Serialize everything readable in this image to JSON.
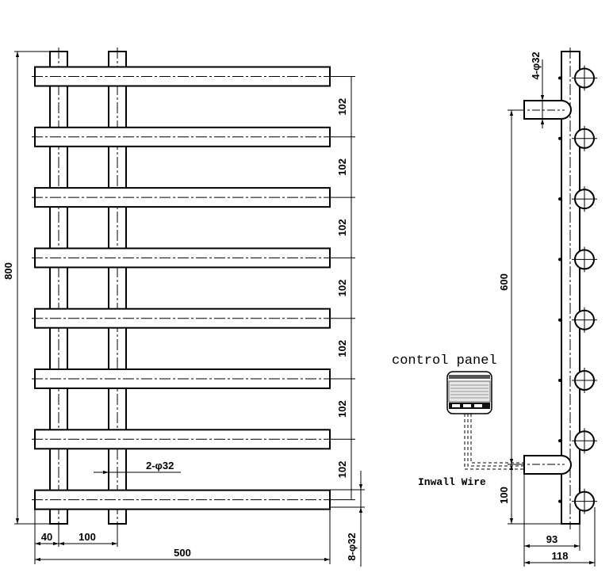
{
  "front_view": {
    "height_dim": "800",
    "spacing_dims": [
      "102",
      "102",
      "102",
      "102",
      "102",
      "102",
      "102"
    ],
    "vertical_pipe_label": "2-φ32",
    "left_offset_dim": "40",
    "pipe_spacing_dim": "100",
    "width_dim": "500",
    "rail_label": "8-φ32"
  },
  "side_view": {
    "bracket_label": "4-φ32",
    "bracket_spacing_dim": "600",
    "bottom_offset_dim": "100",
    "depth_dim": "93",
    "total_depth_dim": "118",
    "control_panel_label": "control panel",
    "inwall_wire_label": "Inwall Wire"
  },
  "colors": {
    "line": "#000000",
    "background": "#ffffff"
  }
}
